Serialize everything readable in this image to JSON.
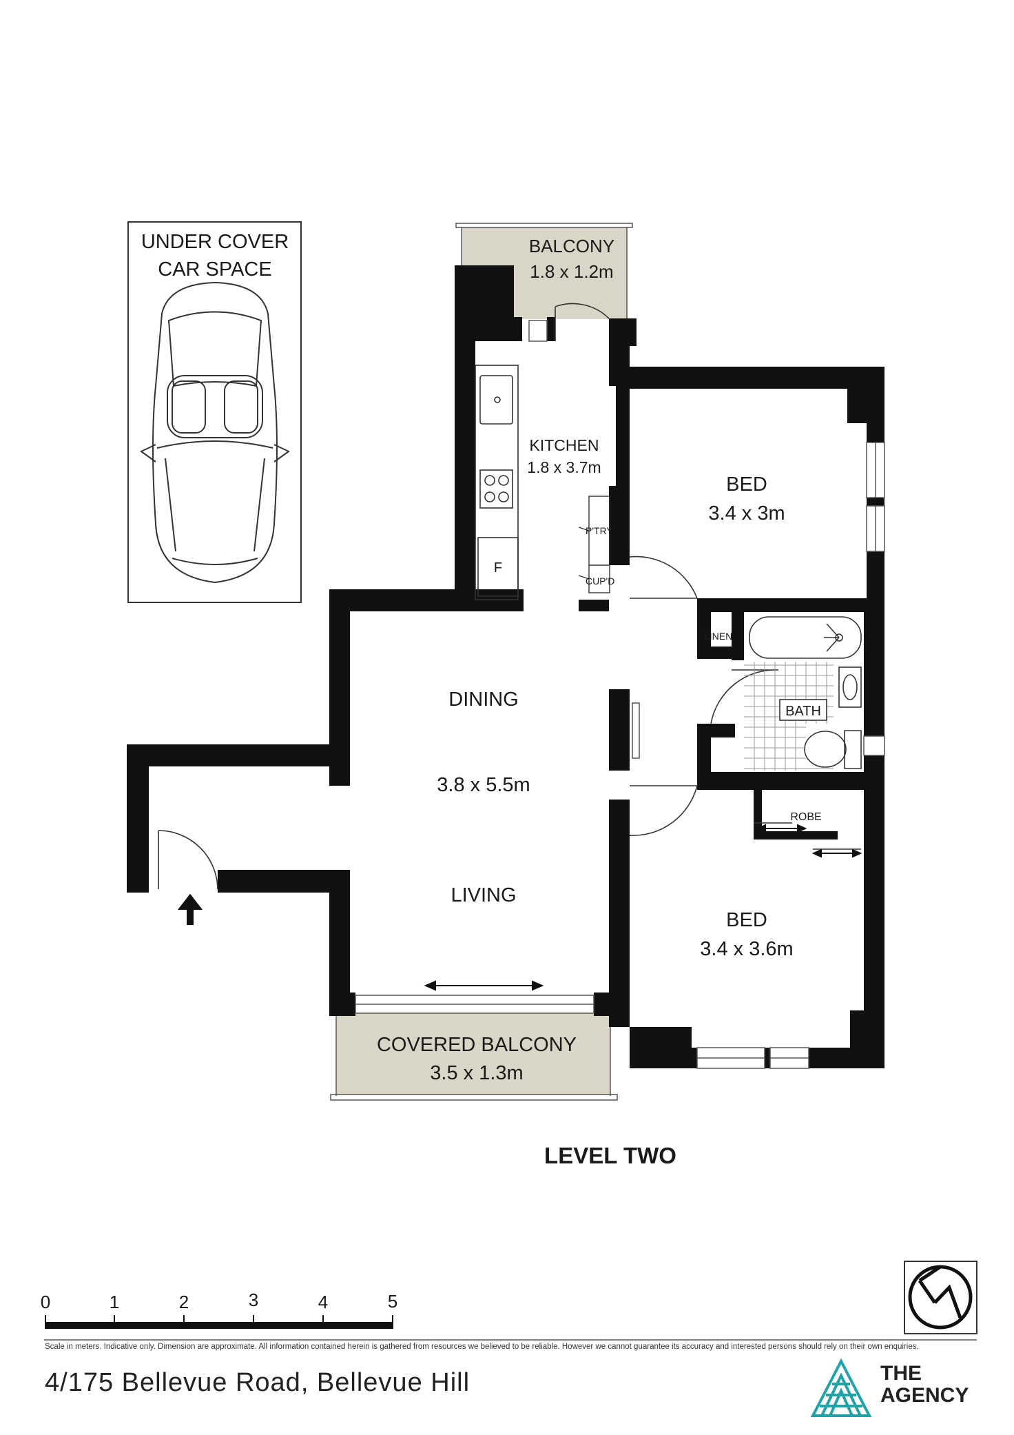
{
  "car_space": {
    "line1": "UNDER COVER",
    "line2": "CAR SPACE"
  },
  "rooms": {
    "balcony_top": {
      "name": "BALCONY",
      "size": "1.8 x 1.2m"
    },
    "kitchen": {
      "name": "KITCHEN",
      "size": "1.8 x 3.7m"
    },
    "bed1": {
      "name": "BED",
      "size": "3.4 x 3m"
    },
    "dining": {
      "name": "DINING",
      "size": "3.8 x 5.5m"
    },
    "living": {
      "name": "LIVING"
    },
    "bath": {
      "name": "BATH"
    },
    "bed2": {
      "name": "BED",
      "size": "3.4 x 3.6m"
    },
    "covered_balcony": {
      "name": "COVERED BALCONY",
      "size": "3.5 x 1.3m"
    }
  },
  "fixtures": {
    "fridge": "F",
    "pantry": "P'TRY",
    "cupboard": "CUP'D",
    "linen": "LINEN",
    "robe": "ROBE"
  },
  "level": "LEVEL TWO",
  "scale": {
    "ticks": [
      "0",
      "1",
      "2",
      "3",
      "4",
      "5"
    ]
  },
  "disclaimer": "Scale in meters. Indicative only. Dimension are approximate. All information contained herein is gathered from resources we believed to be reliable. However we cannot guarantee its accuracy and interested persons should rely on their own enquiries.",
  "address": "4/175 Bellevue Road, Bellevue Hill",
  "brand": {
    "line1": "THE",
    "line2": "AGENCY"
  },
  "colors": {
    "wall": "#111111",
    "balcony_fill": "#d9d6c8",
    "background": "#ffffff"
  },
  "icons": {
    "compass": "north-compass-icon",
    "entry": "entry-arrow-icon",
    "logo": "the-agency-logo-icon",
    "car": "car-icon"
  }
}
